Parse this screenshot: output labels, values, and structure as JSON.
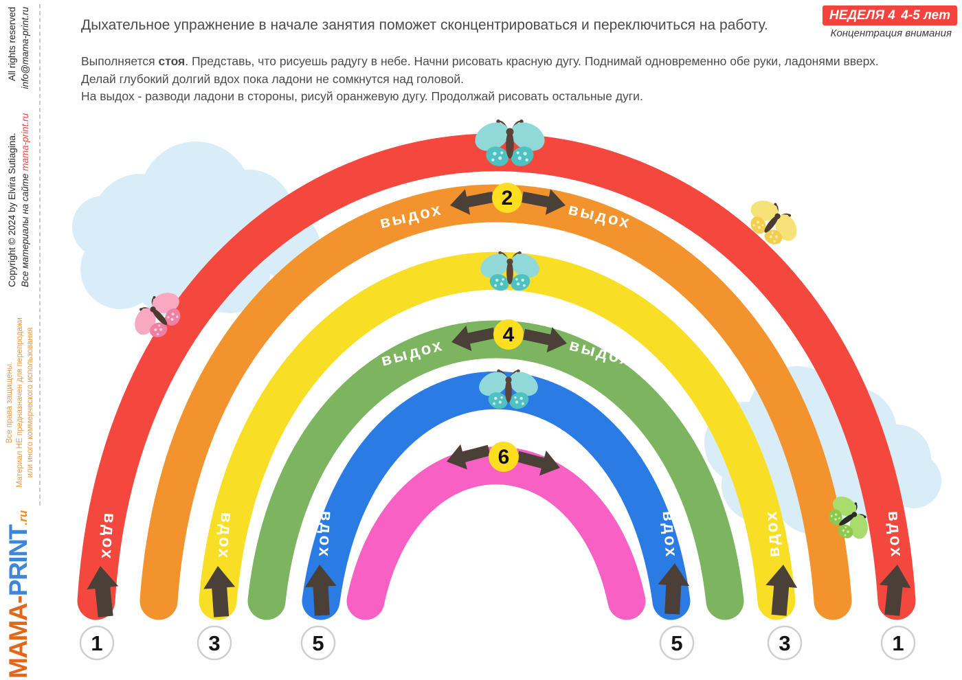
{
  "badge": {
    "week": "НЕДЕЛЯ 4",
    "age": "4-5 лет",
    "subtitle": "Концентрация внимания",
    "bg_color": "#f4433c"
  },
  "header": {
    "title": "Дыхательное упражнение в начале занятия поможет сконцентрироваться и переключиться на работу."
  },
  "instructions": {
    "line1_prefix": "Выполняется ",
    "line1_bold": "стоя",
    "line1_suffix": ". Представь, что рисуешь радугу в небе. Начни рисовать красную дугу. Поднимай одновременно обе руки, ладонями вверх.",
    "line2": "Делай глубокий долгий вдох пока ладони не сомкнутся над головой.",
    "line3": "На выдох - разводи ладони в стороны, рисуй оранжевую дугу. Продолжай рисовать остальные дуги."
  },
  "sidebar": {
    "copyright": "Copyright © 2024 by Elvira Sutiagina.",
    "rights": "All rights reserved",
    "materials_prefix": "Все материалы на сайте ",
    "site": "mama-print.ru",
    "email": "info@mama-print.ru",
    "notice_line1": "Все права защищены.",
    "notice_line2": "Материал НЕ предназначен для перепродажи",
    "notice_line3": "или иного коммерческого использования",
    "logo_mama": "MAMA-",
    "logo_print": "PRINT",
    "logo_ru": ".ru"
  },
  "rainbow": {
    "labels": {
      "inhale": "вдох",
      "exhale": "выдох"
    },
    "arcs": [
      {
        "name": "red",
        "color": "#f4473e"
      },
      {
        "name": "orange",
        "color": "#f2932d"
      },
      {
        "name": "yellow",
        "color": "#f8df25"
      },
      {
        "name": "green",
        "color": "#7cb45f"
      },
      {
        "name": "blue",
        "color": "#2a7be4"
      },
      {
        "name": "pink",
        "color": "#f860c4"
      }
    ],
    "numbers": {
      "top": [
        "2",
        "4",
        "6"
      ],
      "bottom": [
        "1",
        "3",
        "5",
        "5",
        "3",
        "1"
      ]
    },
    "number_circle_color": "#ffdd1f",
    "arrow_color": "#4a4038",
    "cloud_color": "#d9edf8",
    "icons": {
      "butterflies": [
        "teal-butterfly-top",
        "teal-butterfly-yellow-arc",
        "teal-butterfly-blue-arc",
        "pink-butterfly",
        "yellow-butterfly",
        "green-butterfly"
      ],
      "clouds": [
        "cloud-left",
        "cloud-right"
      ]
    }
  }
}
